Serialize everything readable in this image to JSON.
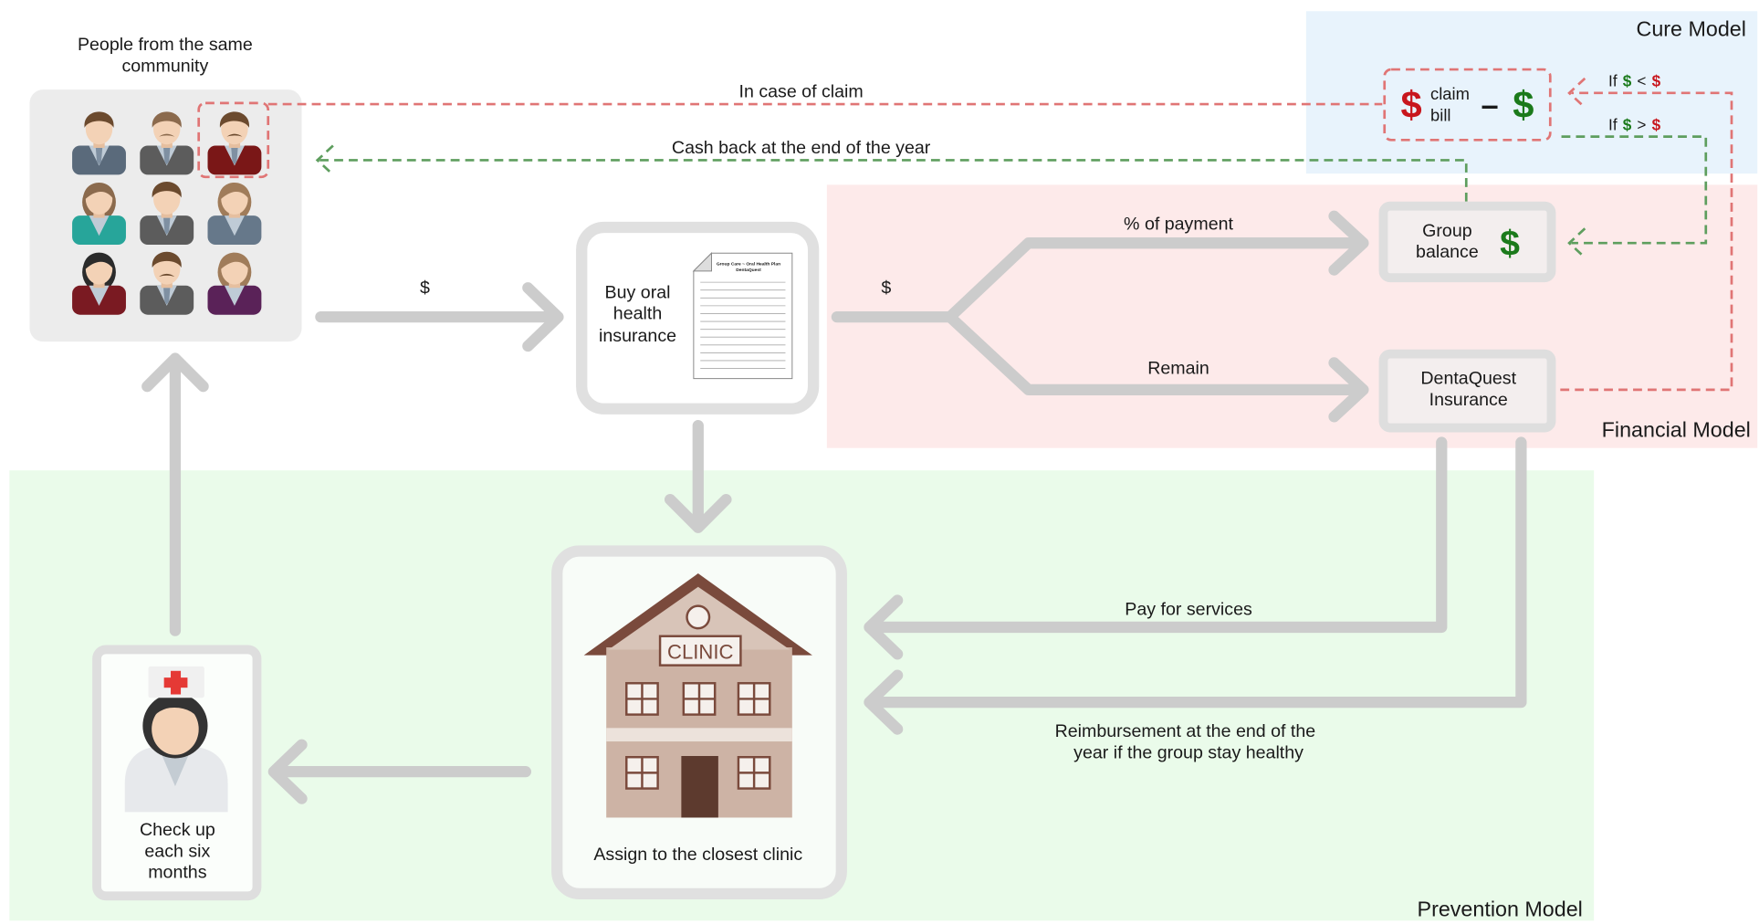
{
  "regions": {
    "cure": {
      "label": "Cure Model",
      "color": "#e8f3fc"
    },
    "financial": {
      "label": "Financial Model",
      "color": "#fdeaea"
    },
    "prevention": {
      "label": "Prevention Model",
      "color": "#eafbea"
    }
  },
  "community": {
    "label_lines": [
      "People from the same",
      "community"
    ],
    "people": [
      {
        "shirt": "#5a6a7b",
        "hair": "#6b4a2e",
        "style": "man",
        "mustache": false
      },
      {
        "shirt": "#5c5c5c",
        "hair": "#8b6a4d",
        "style": "man",
        "mustache": true
      },
      {
        "shirt": "#7a1717",
        "hair": "#6b4a2e",
        "style": "man",
        "mustache": true
      },
      {
        "shirt": "#27a59a",
        "hair": "#8b6a4d",
        "style": "woman",
        "mustache": false
      },
      {
        "shirt": "#5c5c5c",
        "hair": "#6b4a2e",
        "style": "man",
        "mustache": false
      },
      {
        "shirt": "#66788a",
        "hair": "#a07c5a",
        "style": "woman",
        "mustache": false
      },
      {
        "shirt": "#7a1a22",
        "hair": "#2b2b2b",
        "style": "woman",
        "mustache": false
      },
      {
        "shirt": "#5c5c5c",
        "hair": "#6b4a2e",
        "style": "man",
        "mustache": true
      },
      {
        "shirt": "#5a2258",
        "hair": "#a07c5a",
        "style": "woman",
        "mustache": false
      }
    ]
  },
  "flows": {
    "claim": "In case of claim",
    "cash_back": "Cash back at the end of the year",
    "pay_to_insurance": "$",
    "pay_split": "$",
    "percent_payment": "% of payment",
    "remain": "Remain",
    "pay_services": "Pay for services",
    "reimbursement_lines": [
      "Reimbursement at the end of the",
      "year if the group stay healthy"
    ]
  },
  "claim_box": {
    "bill_dollar": "$",
    "claim_lines": [
      "claim",
      "bill"
    ],
    "minus": "–",
    "balance_dollar": "$"
  },
  "conditions": {
    "less": {
      "if": "If",
      "left": "$",
      "op": "<",
      "right": "$"
    },
    "greater": {
      "if": "If",
      "left": "$",
      "op": ">",
      "right": "$"
    }
  },
  "insurance_purchase": {
    "label_lines": [
      "Buy oral",
      "health",
      "insurance"
    ],
    "document_title_lines": [
      "Group Care ~ Oral Health Plan",
      "DentaQuest"
    ]
  },
  "group_balance": {
    "label_lines": [
      "Group",
      "balance"
    ],
    "symbol": "$"
  },
  "dentaquest": {
    "label_lines": [
      "DentaQuest",
      "Insurance"
    ]
  },
  "clinic": {
    "sign": "CLINIC",
    "label": "Assign to the closest clinic"
  },
  "checkup": {
    "label_lines": [
      "Check up",
      "each six",
      "months"
    ]
  },
  "colors": {
    "money_red": "#c8161d",
    "money_green": "#1b7a1b",
    "claim_line": "#e07575",
    "cashback_line": "#5e9e5e",
    "arrow": "#cccccc"
  }
}
